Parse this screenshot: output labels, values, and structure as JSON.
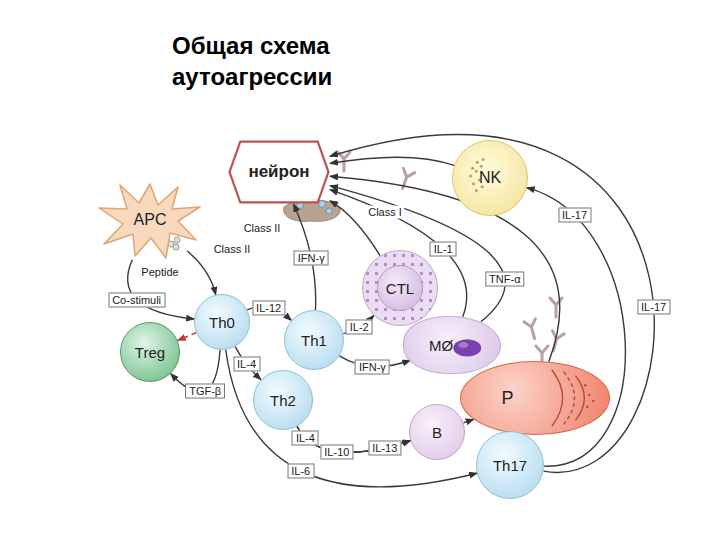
{
  "diagram": {
    "title": "Общая схема аутоагрессии",
    "nodes": [
      {
        "text": [
          "нейрон"
        ]
      },
      {
        "text": [
          "APC"
        ]
      },
      {
        "text": [
          "Th0"
        ]
      },
      {
        "text": [
          "Treg"
        ]
      },
      {
        "text": [
          "Th1"
        ]
      },
      {
        "text": [
          "Th2"
        ]
      },
      {
        "text": [
          "CTL"
        ]
      },
      {
        "text": [
          "MØ"
        ]
      },
      {
        "text": [
          "NK"
        ]
      },
      {
        "text": [
          "P"
        ]
      },
      {
        "text": [
          "B"
        ]
      },
      {
        "text": [
          "Th17"
        ]
      }
    ],
    "edges": [
      {
        "from": 1,
        "to": 2,
        "label": "Co-stimuli",
        "arrow": "to"
      },
      {
        "from": 1,
        "to": 2,
        "arrow": "to"
      },
      {
        "from": 2,
        "to": 3,
        "arrow": "to"
      },
      {
        "from": 2,
        "to": 3,
        "label": "TGF-β",
        "arrow": "to"
      },
      {
        "from": 2,
        "to": 4,
        "label": "IL-12",
        "arrow": "to"
      },
      {
        "from": 2,
        "to": 5,
        "label": "IL-4",
        "arrow": "to"
      },
      {
        "from": 2,
        "to": 11,
        "label": "IL-6",
        "arrow": "to"
      },
      {
        "from": 4,
        "to": 6,
        "label": "IL-2",
        "arrow": "to"
      },
      {
        "from": 4,
        "to": 7,
        "label": "IFN-γ",
        "arrow": "to"
      },
      {
        "from": 4,
        "to": 0,
        "label": "IFN-γ",
        "arrow": "to"
      },
      {
        "from": 6,
        "to": 0,
        "arrow": "to"
      },
      {
        "from": 7,
        "to": 0,
        "label": "IL-1",
        "arrow": "to"
      },
      {
        "from": 7,
        "to": 0,
        "label": "TNF-α",
        "arrow": "to"
      },
      {
        "from": 8,
        "to": 0,
        "arrow": "to"
      },
      {
        "from": 5,
        "to": 10,
        "label": "IL-4",
        "arrow": "to"
      },
      {
        "from": 5,
        "to": 10,
        "label": "IL-10",
        "arrow": "to"
      },
      {
        "from": 5,
        "to": 10,
        "label": "IL-13",
        "arrow": "to"
      },
      {
        "from": 10,
        "to": 9,
        "arrow": "to"
      },
      {
        "from": 9,
        "to": 0,
        "arrow": "to"
      },
      {
        "from": 11,
        "to": 8,
        "label": "IL-17",
        "arrow": "to"
      },
      {
        "from": 11,
        "to": 0,
        "label": "IL-17",
        "arrow": "to"
      }
    ],
    "labels": [
      "Class II",
      "Peptide",
      "Class II",
      "Class I"
    ]
  }
}
